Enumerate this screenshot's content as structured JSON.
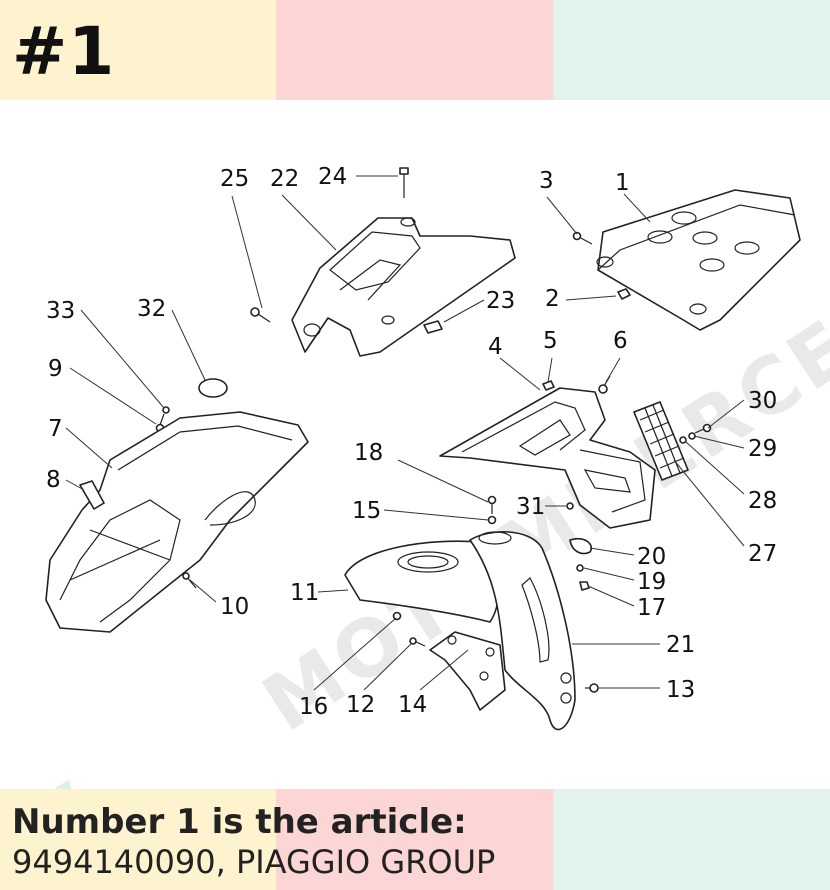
{
  "header": {
    "badge": "#1",
    "band_colors": [
      "#fdf3cf",
      "#fbd6d4",
      "#e2f3ec"
    ]
  },
  "footer": {
    "line1": "Number 1 is the article:",
    "line2": "9494140090, PIAGGIO GROUP",
    "band_colors": [
      "#fdf3cf",
      "#fbd6d4",
      "#e2f3ec"
    ]
  },
  "watermark": {
    "text": "MOTOMMERCE"
  },
  "callouts": {
    "c1": "1",
    "c2": "2",
    "c3": "3",
    "c4": "4",
    "c5": "5",
    "c6": "6",
    "c7": "7",
    "c8": "8",
    "c9": "9",
    "c10": "10",
    "c11": "11",
    "c12": "12",
    "c13": "13",
    "c14": "14",
    "c15": "15",
    "c16": "16",
    "c17": "17",
    "c18": "18",
    "c19": "19",
    "c20": "20",
    "c21": "21",
    "c22": "22",
    "c23": "23",
    "c24": "24",
    "c25": "25",
    "c27": "27",
    "c28": "28",
    "c29": "29",
    "c30": "30",
    "c31": "31",
    "c32": "32",
    "c33": "33"
  }
}
